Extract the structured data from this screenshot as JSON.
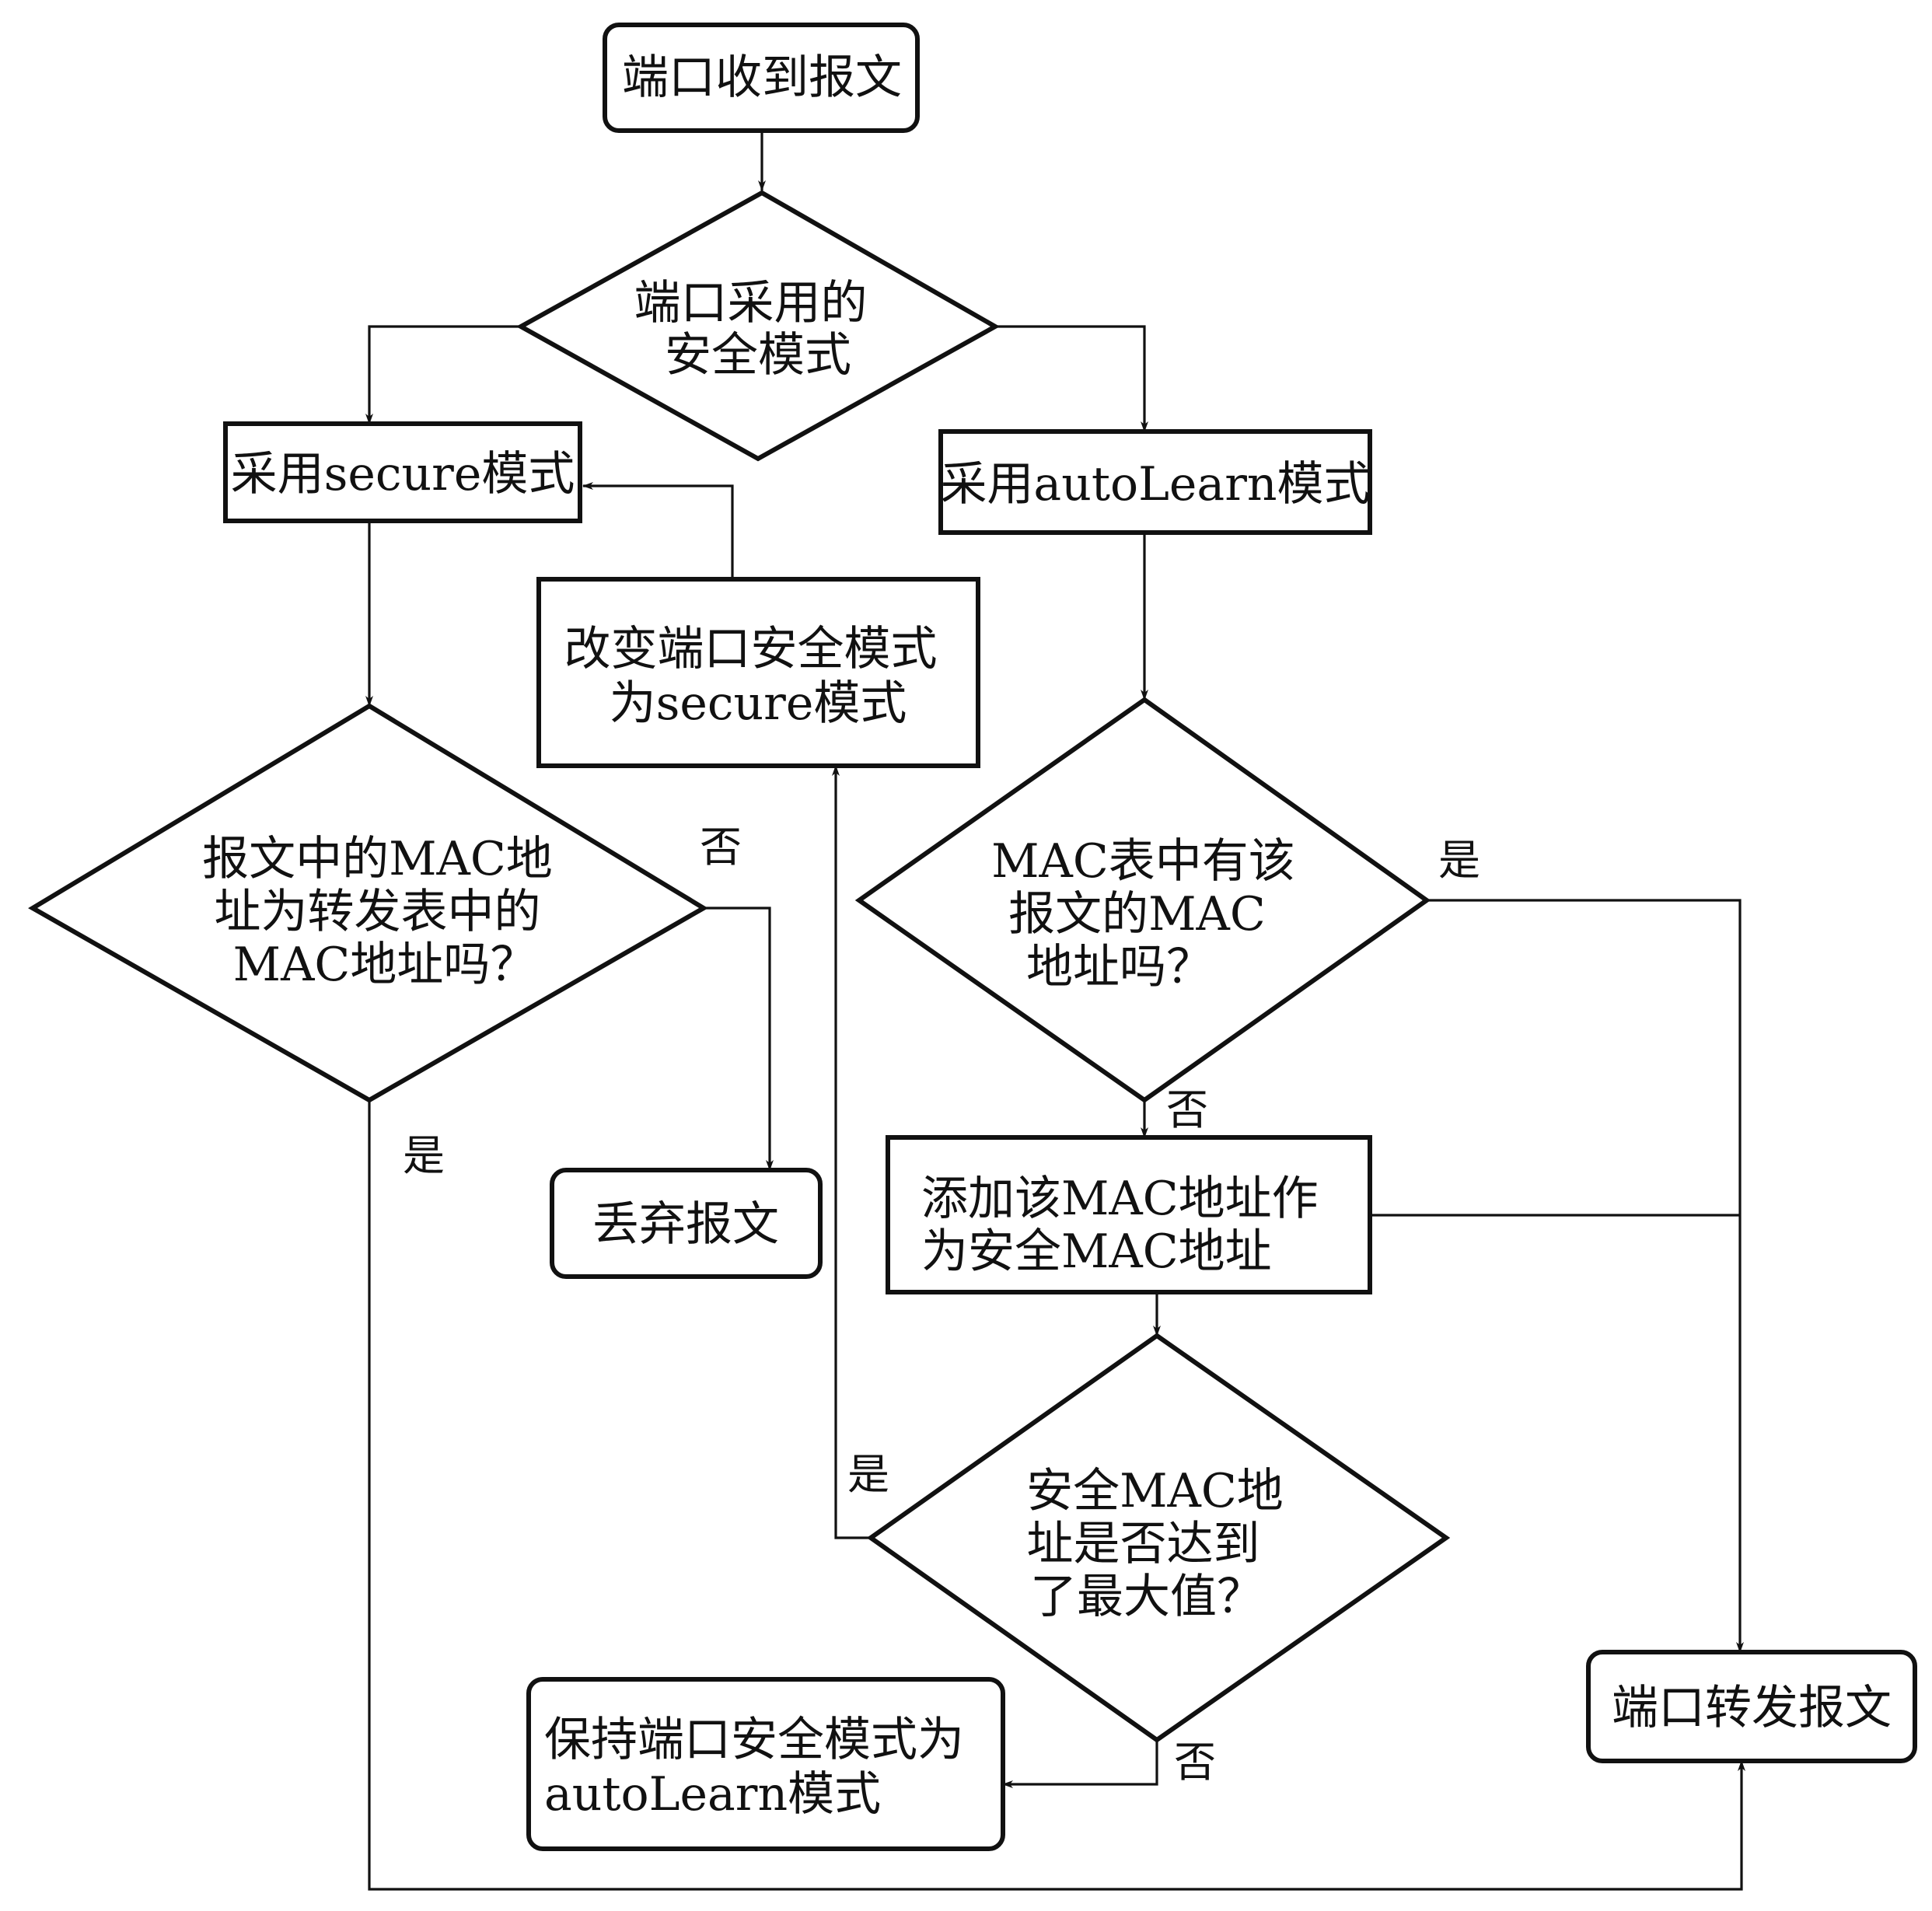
{
  "nodes": {
    "start": {
      "lines": [
        "端口收到报文"
      ]
    },
    "mode_decision": {
      "lines": [
        "端口采用的",
        "安全模式"
      ]
    },
    "secure_mode": {
      "lines": [
        "采用secure模式"
      ]
    },
    "autolearn_mode": {
      "lines": [
        "采用autoLearn模式"
      ]
    },
    "change_mode": {
      "lines": [
        "改变端口安全模式",
        "为secure模式"
      ]
    },
    "mac_in_forward_table": {
      "lines": [
        "报文中的MAC地",
        "址为转发表中的",
        "MAC地址吗？"
      ]
    },
    "mac_in_table": {
      "lines": [
        "MAC表中有该",
        "报文的MAC",
        "地址吗？"
      ]
    },
    "discard": {
      "lines": [
        "丢弃报文"
      ]
    },
    "add_secure_mac": {
      "lines": [
        "添加该MAC地址作",
        "为安全MAC地址"
      ]
    },
    "max_reached": {
      "lines": [
        "安全MAC地",
        "址是否达到",
        "了最大值？"
      ]
    },
    "keep_autolearn": {
      "lines": [
        "保持端口安全模式为",
        "autoLearn模式"
      ]
    },
    "forward": {
      "lines": [
        "端口转发报文"
      ]
    }
  },
  "edge_labels": {
    "secure_no": "否",
    "secure_yes": "是",
    "mac_table_yes": "是",
    "mac_table_no": "否",
    "max_yes": "是",
    "max_no": "否"
  }
}
